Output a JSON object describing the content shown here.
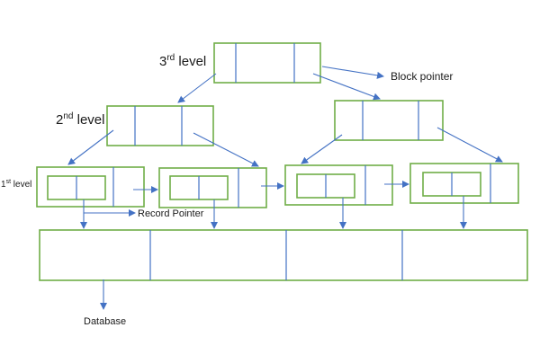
{
  "labels": {
    "level3_main": "3",
    "level3_sup": "rd",
    "level3_rest": " level",
    "level2_main": "2",
    "level2_sup": "nd",
    "level2_rest": " level",
    "level1_main": "1",
    "level1_sup": "st",
    "level1_rest": " level",
    "block_pointer": "Block pointer",
    "record_pointer": "Record Pointer",
    "database": "Database"
  },
  "colors": {
    "box_border": "#70ad47",
    "separator": "#4472c4",
    "arrow": "#4472c4"
  }
}
